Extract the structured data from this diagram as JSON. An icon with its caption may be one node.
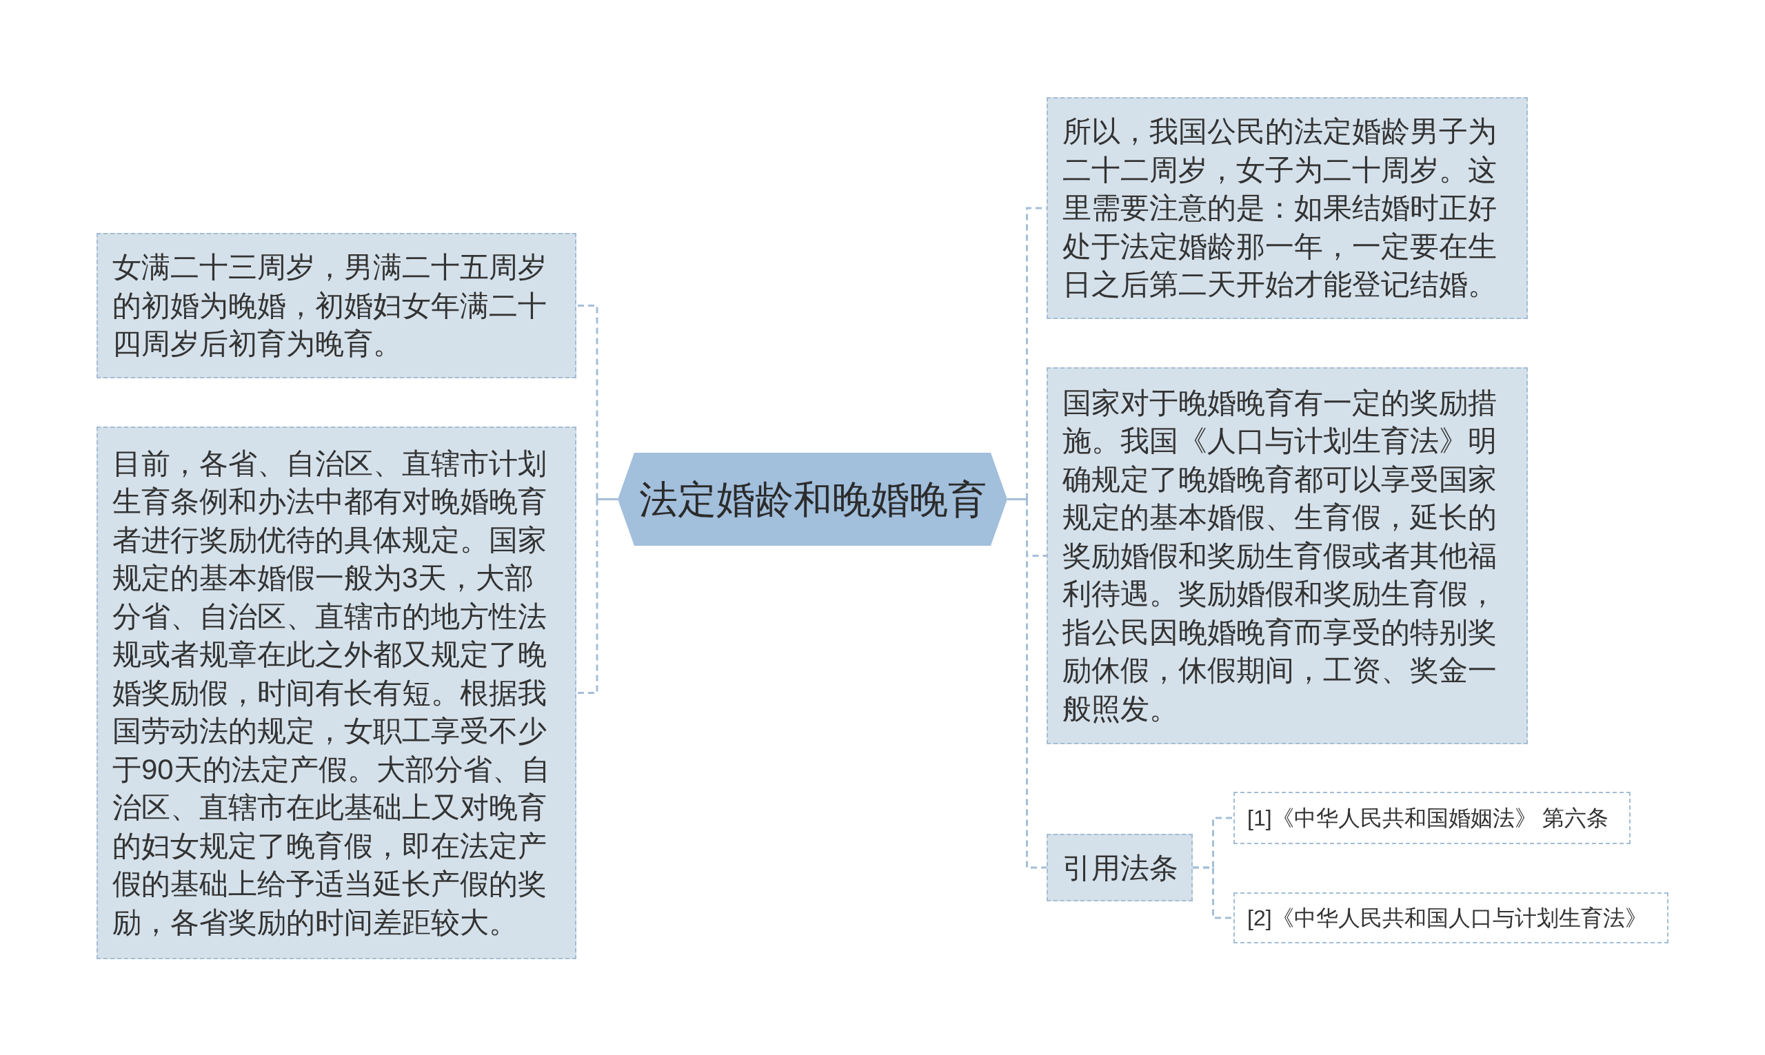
{
  "diagram": {
    "nodes": [
      {
        "text": [
          "法定婚龄和晚婚晚育"
        ]
      },
      {
        "text": [
          "女满二十三周岁，男满二十五周岁的初婚为晚婚，初婚妇女年满二十四周岁后初育为晚育。"
        ]
      },
      {
        "text": [
          "目前，各省、自治区、直辖市计划生育条例和办法中都有对晚婚晚育者进行奖励优待的具体规定。国家规定的基本婚假一般为3天，大部分省、自治区、直辖市的地方性法规或者规章在此之外都又规定了晚婚奖励假，时间有长有短。根据我国劳动法的规定，女职工享受不少于90天的法定产假。大部分省、自治区、直辖市在此基础上又对晚育的妇女规定了晚育假，即在法定产假的基础上给予适当延长产假的奖励，各省奖励的时间差距较大。"
        ]
      },
      {
        "text": [
          "所以，我国公民的法定婚龄男子为二十二周岁，女子为二十周岁。这里需要注意的是：如果结婚时正好处于法定婚龄那一年，一定要在生日之后第二天开始才能登记结婚。"
        ]
      },
      {
        "text": [
          "国家对于晚婚晚育有一定的奖励措施。我国《人口与计划生育法》明确规定了晚婚晚育都可以享受国家规定的基本婚假、生育假，延长的奖励婚假和奖励生育假或者其他福利待遇。奖励婚假和奖励生育假，指公民因晚婚晚育而享受的特别奖励休假，休假期间，工资、奖金一般照发。"
        ]
      },
      {
        "text": [
          "引用法条"
        ]
      },
      {
        "text": [
          "[1]《中华人民共和国婚姻法》 第六条"
        ]
      },
      {
        "text": [
          "[2]《中华人民共和国人口与计划生育法》"
        ]
      }
    ],
    "edges": [
      {
        "from": 0,
        "to": 1,
        "arrow": "none"
      },
      {
        "from": 0,
        "to": 2,
        "arrow": "none"
      },
      {
        "from": 0,
        "to": 3,
        "arrow": "none"
      },
      {
        "from": 0,
        "to": 4,
        "arrow": "none"
      },
      {
        "from": 0,
        "to": 5,
        "arrow": "none"
      },
      {
        "from": 5,
        "to": 6,
        "arrow": "none"
      },
      {
        "from": 5,
        "to": 7,
        "arrow": "none"
      }
    ]
  }
}
